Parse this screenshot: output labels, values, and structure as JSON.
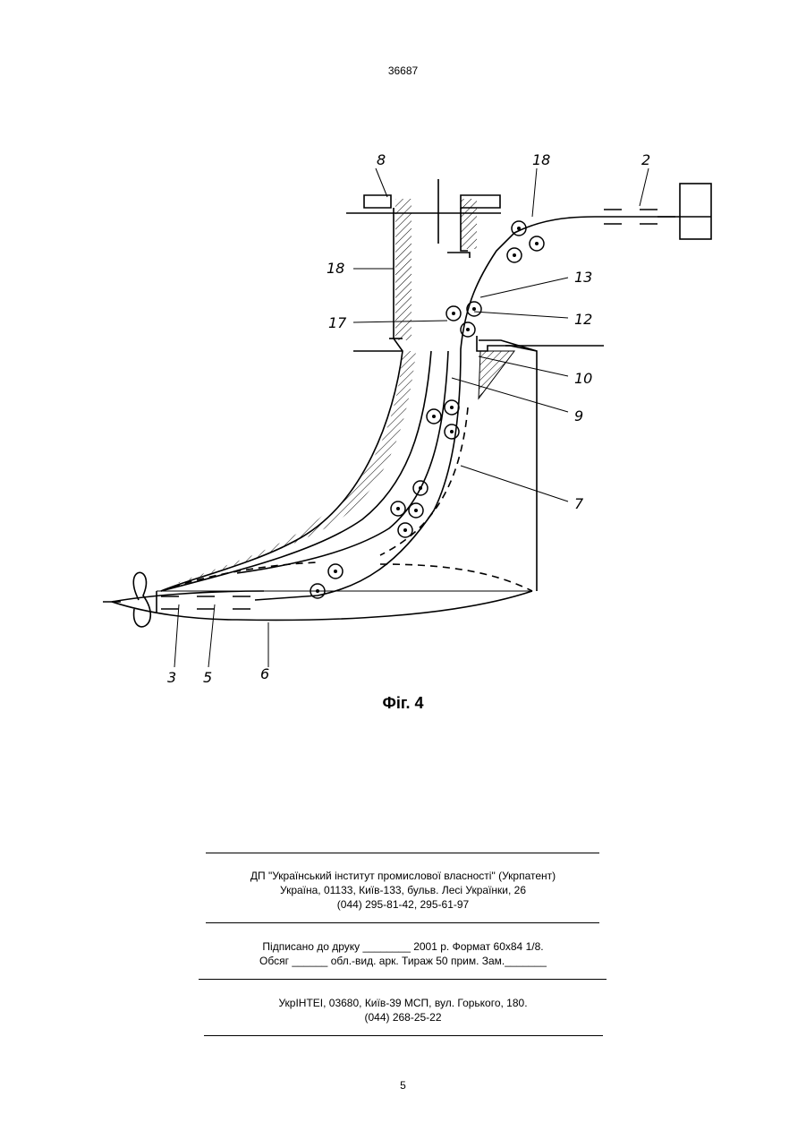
{
  "header": {
    "patent_number": "36687"
  },
  "figure": {
    "caption": "Фіг. 4",
    "labels": [
      "8",
      "18",
      "2",
      "18",
      "13",
      "17",
      "12",
      "10",
      "9",
      "7",
      "3",
      "5",
      "6"
    ]
  },
  "imprint": {
    "publisher": {
      "line1": "ДП \"Український інститут промислової власності\" (Укрпатент)",
      "line2": "Україна, 01133, Київ-133, бульв. Лесі Українки, 26",
      "line3": "(044) 295-81-42, 295-61-97"
    },
    "print": {
      "line1": "Підписано до друку ________ 2001 р.    Формат 60х84 1/8.",
      "line2": "Обсяг ______ обл.-вид. арк.   Тираж 50 прим.    Зам._______"
    },
    "printer": {
      "line1": "УкрІНТЕІ, 03680, Київ-39 МСП, вул. Горького, 180.",
      "line2": "(044) 268-25-22"
    }
  },
  "footer": {
    "page_number": "5"
  }
}
